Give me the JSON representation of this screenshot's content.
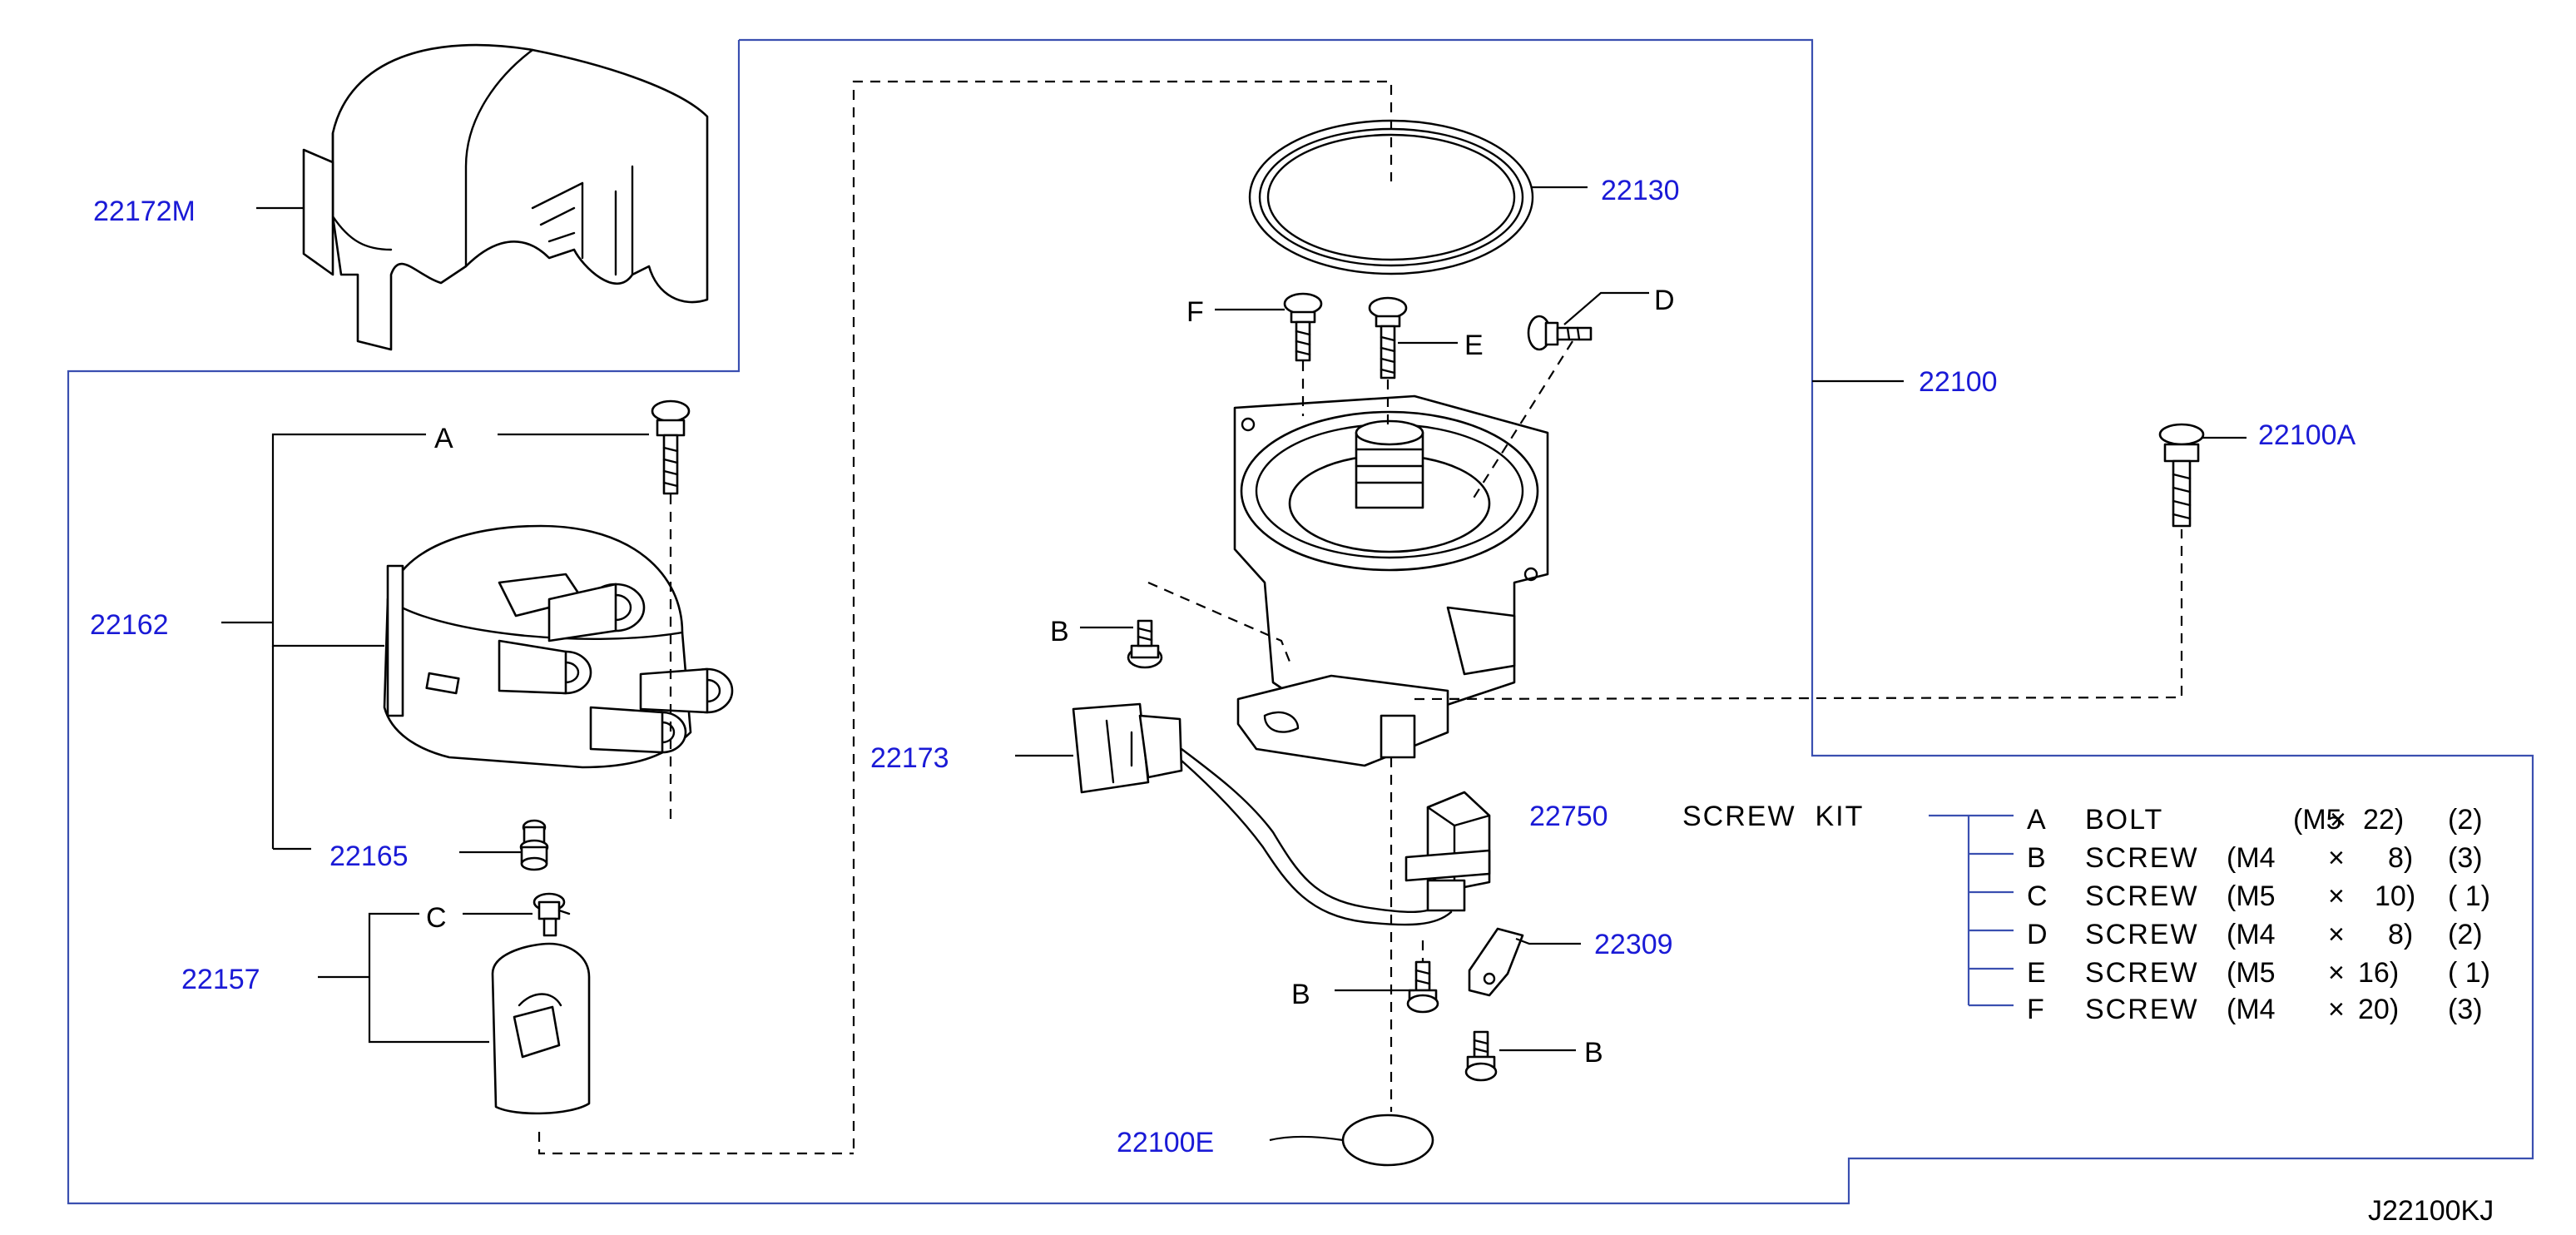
{
  "part_labels": {
    "p22172M": "22172M",
    "p22130": "22130",
    "p22100": "22100",
    "p22100A": "22100A",
    "p22162": "22162",
    "p22165": "22165",
    "p22157": "22157",
    "p22173": "22173",
    "p22750": "22750",
    "p22309": "22309",
    "p22100E": "22100E"
  },
  "letter_labels": {
    "A": "A",
    "B": "B",
    "C": "C",
    "D": "D",
    "E": "E",
    "F": "F"
  },
  "screw_kit": {
    "title": "SCREW  KIT",
    "rows": [
      {
        "letter": "A",
        "name": "BOLT",
        "spec": "(M5",
        "x": "×",
        "size": "22)",
        "qty": "(2)"
      },
      {
        "letter": "B",
        "name": "SCREW",
        "spec": "(M4",
        "x": "×",
        "size": "8)",
        "qty": "(3)"
      },
      {
        "letter": "C",
        "name": "SCREW",
        "spec": "(M5",
        "x": "×",
        "size": "10)",
        "qty": "( 1)"
      },
      {
        "letter": "D",
        "name": "SCREW",
        "spec": "(M4",
        "x": "×",
        "size": "8)",
        "qty": "(2)"
      },
      {
        "letter": "E",
        "name": "SCREW",
        "spec": "(M5",
        "x": "×",
        "size": "16)",
        "qty": "( 1)"
      },
      {
        "letter": "F",
        "name": "SCREW",
        "spec": "(M4",
        "x": "×",
        "size": "20)",
        "qty": "(3)"
      }
    ]
  },
  "diagram_code": "J22100KJ",
  "colors": {
    "part_number": "#1a1ad6",
    "frame": "#3a4fb0",
    "line": "#000000"
  }
}
